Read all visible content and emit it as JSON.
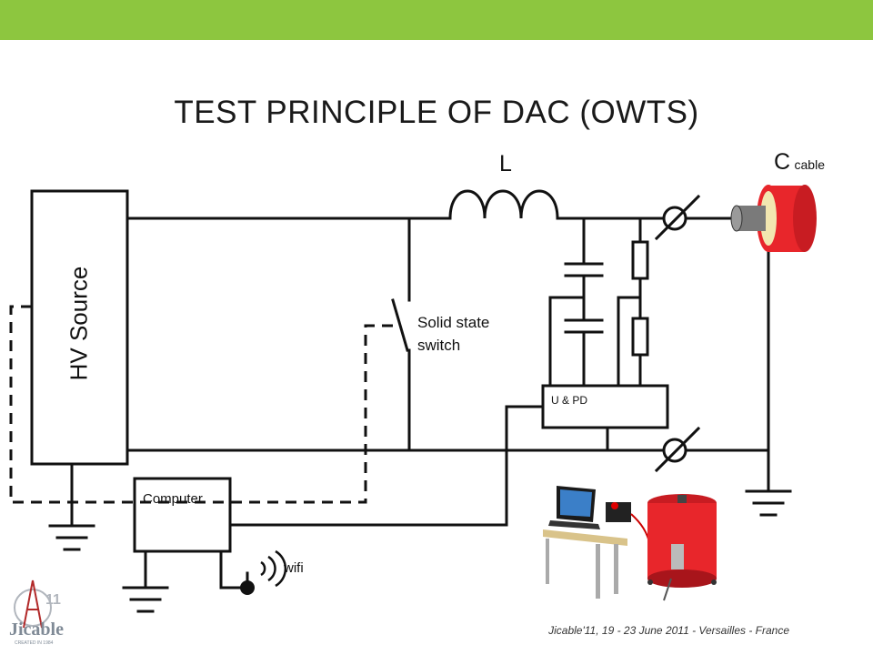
{
  "header": {
    "bar_color": "#8dc63f"
  },
  "title": "TEST PRINCIPLE OF DAC (OWTS)",
  "labels": {
    "hv_source": "HV Source",
    "inductor": "L",
    "cable_c": "C",
    "cable_sub": "cable",
    "switch_line1": "Solid state",
    "switch_line2": "switch",
    "measure_box": "U & PD",
    "computer": "Computer",
    "wifi": "wifi"
  },
  "logo": {
    "text": "Jicable",
    "badge": "11",
    "small": "CREATED IN 1984"
  },
  "footer": "Jicable'11, 19 - 23 June 2011 - Versailles - France",
  "colors": {
    "cable_red": "#e8262b",
    "cable_cream": "#f2e6b0",
    "line": "#111111"
  }
}
